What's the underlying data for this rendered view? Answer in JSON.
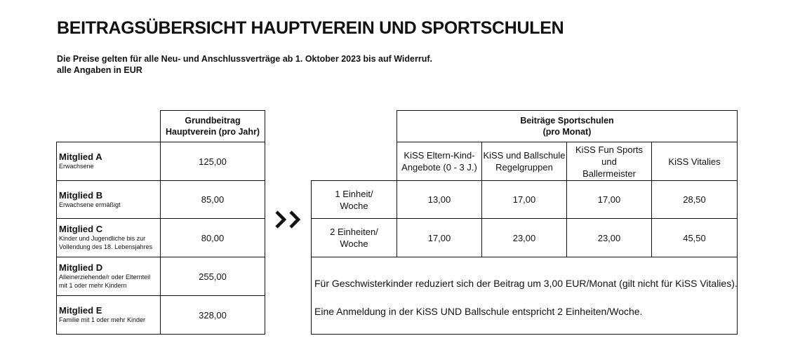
{
  "title": "BEITRAGSÜBERSICHT HAUPTVEREIN UND SPORTSCHULEN",
  "subtitle_lines": [
    "Die Preise gelten für alle Neu- und Anschlussverträge ab 1. Oktober 2023 bis auf Widerruf.",
    "alle Angaben in EUR"
  ],
  "membership_table": {
    "header_line1": "Grundbeitrag",
    "header_line2": "Hauptverein (pro Jahr)",
    "rows": [
      {
        "name": "Mitglied A",
        "desc1": "Erwachsene",
        "desc2": "",
        "price": "125,00"
      },
      {
        "name": "Mitglied B",
        "desc1": "Erwachsene ermäßigt",
        "desc2": "",
        "price": "85,00"
      },
      {
        "name": "Mitglied C",
        "desc1": "Kinder und Jugendliche bis zur",
        "desc2": "Vollendung des 18. Lebensjahres",
        "price": "80,00"
      },
      {
        "name": "Mitglied D",
        "desc1": "Alleinerziehende/r oder Elternteil",
        "desc2": "mit 1 oder mehr Kindern",
        "price": "255,00"
      },
      {
        "name": "Mitglied E",
        "desc1": "Familie mit 1 oder mehr Kinder",
        "desc2": "",
        "price": "328,00"
      }
    ]
  },
  "sportschulen_table": {
    "header_line1": "Beiträge Sportschulen",
    "header_line2": "(pro Monat)",
    "columns": [
      {
        "line1": "KiSS Eltern-Kind-",
        "line2": "Angebote (0 - 3 J.)"
      },
      {
        "line1": "KiSS und Ballschule",
        "line2": "Regelgruppen"
      },
      {
        "line1": "KiSS Fun Sports und",
        "line2": "Ballermeister"
      },
      {
        "line1": "KiSS Vitalies",
        "line2": ""
      }
    ],
    "rows": [
      {
        "label1": "1 Einheit/",
        "label2": "Woche",
        "values": [
          "13,00",
          "17,00",
          "17,00",
          "28,50"
        ]
      },
      {
        "label1": "2 Einheiten/",
        "label2": "Woche",
        "values": [
          "17,00",
          "23,00",
          "23,00",
          "45,50"
        ]
      }
    ],
    "notes": [
      "Für Geschwisterkinder reduziert sich der Beitrag um 3,00 EUR/Monat (gilt nicht für KiSS Vitalies).",
      "Eine Anmeldung in der KiSS UND Ballschule entspricht 2 Einheiten/Woche."
    ]
  },
  "arrow_icon": "double-chevron-right-icon"
}
